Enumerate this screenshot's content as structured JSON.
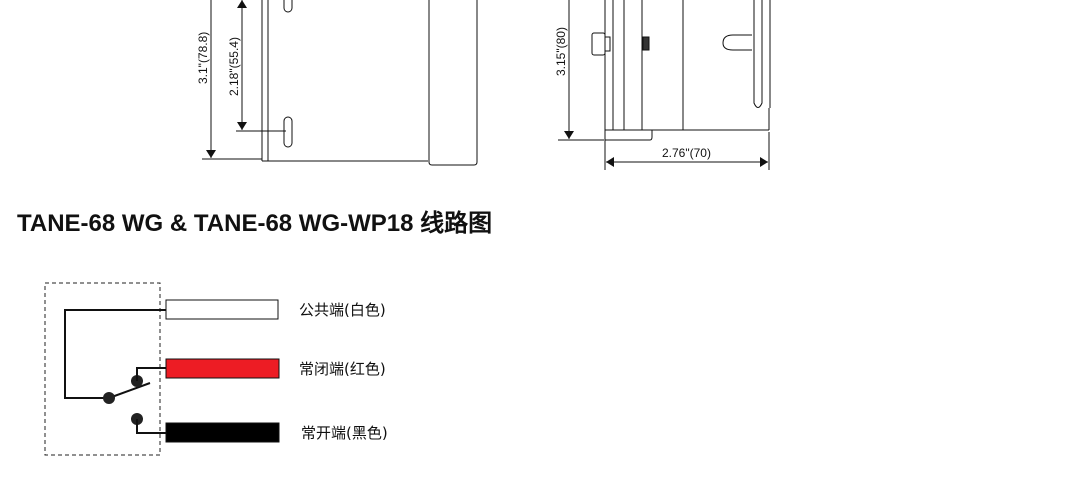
{
  "dimensions": {
    "left_total_height": "3.1\"(78.8)",
    "left_slot_spacing": "2.18\"(55.4)",
    "right_height": "3.15\"(80)",
    "right_width": "2.76\"(70)"
  },
  "wiring": {
    "title": "TANE-68 WG & TANE-68 WG-WP18 线路图",
    "wires": [
      {
        "label": "公共端(白色)",
        "color": "#ffffff"
      },
      {
        "label": "常闭端(红色)",
        "color": "#ed1c24"
      },
      {
        "label": "常开端(黑色)",
        "color": "#000000"
      }
    ]
  }
}
